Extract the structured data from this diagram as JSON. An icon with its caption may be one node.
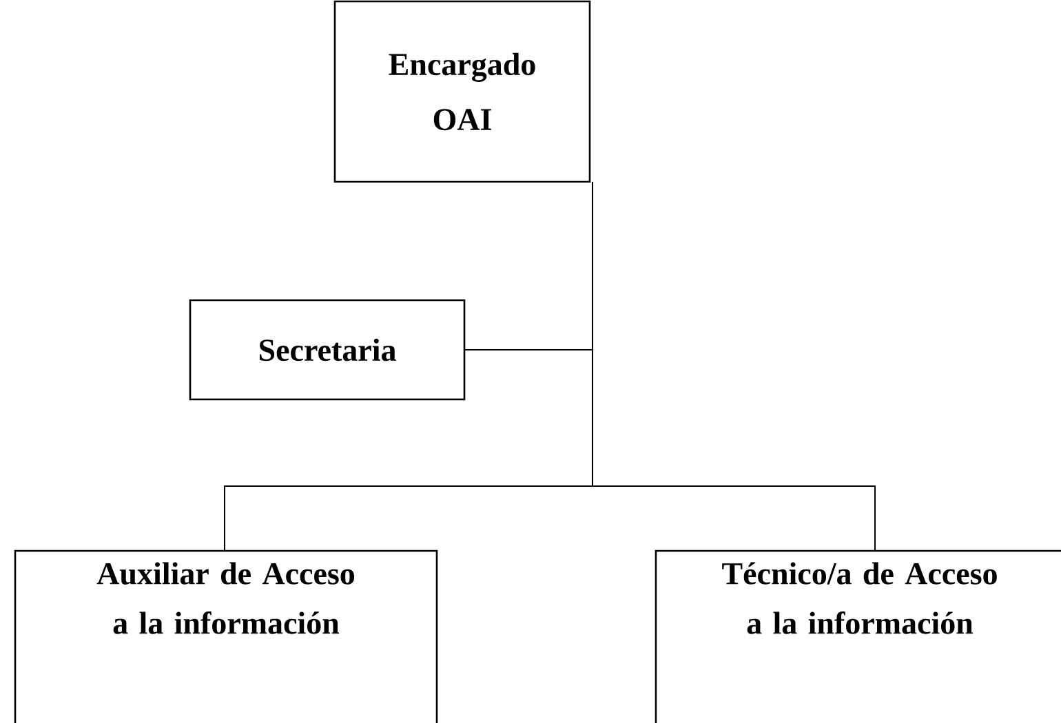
{
  "diagram": {
    "nodes": [
      {
        "text": [
          "Encargado",
          "OAI"
        ]
      },
      {
        "text": [
          "Secretaria"
        ]
      },
      {
        "text": [
          "Auxiliar de Acceso a la información"
        ]
      },
      {
        "text": [
          "Técnico/a de Acceso a la información"
        ]
      }
    ],
    "edges": [
      {
        "from": 0,
        "to": 1,
        "arrow": "none"
      },
      {
        "from": 0,
        "to": 2,
        "arrow": "none"
      },
      {
        "from": 0,
        "to": 3,
        "arrow": "none"
      }
    ]
  }
}
